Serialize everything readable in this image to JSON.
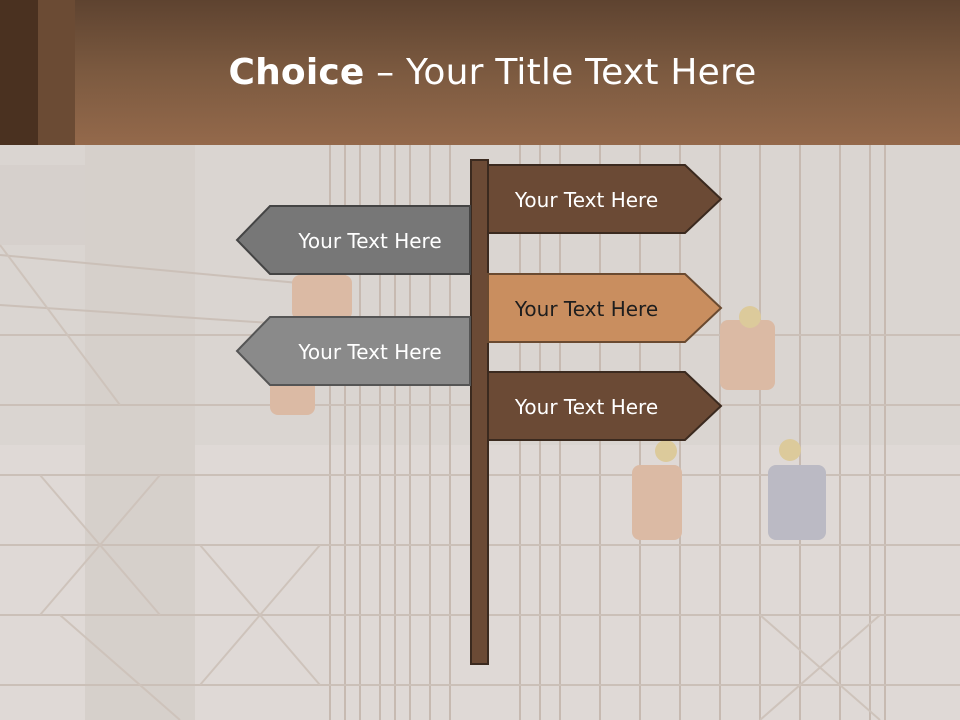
{
  "slide": {
    "title_bold": "Choice",
    "title_rest": " – Your Title Text Here",
    "signs": [
      {
        "label": "Your Text Here",
        "direction": "right",
        "color": "#6b4a35",
        "text_color": "#ffffff"
      },
      {
        "label": "Your Text Here",
        "direction": "left",
        "color": "#777777",
        "text_color": "#ffffff"
      },
      {
        "label": "Your Text Here",
        "direction": "right",
        "color": "#c98e5f",
        "text_color": "#1e1e1e"
      },
      {
        "label": "Your Text Here",
        "direction": "left",
        "color": "#8a8a8a",
        "text_color": "#ffffff"
      },
      {
        "label": "Your Text Here",
        "direction": "right",
        "color": "#6b4a35",
        "text_color": "#ffffff"
      }
    ],
    "background": "construction-site-photo",
    "colors": {
      "header": "#7c5a40",
      "post": "#6b4a35"
    }
  }
}
